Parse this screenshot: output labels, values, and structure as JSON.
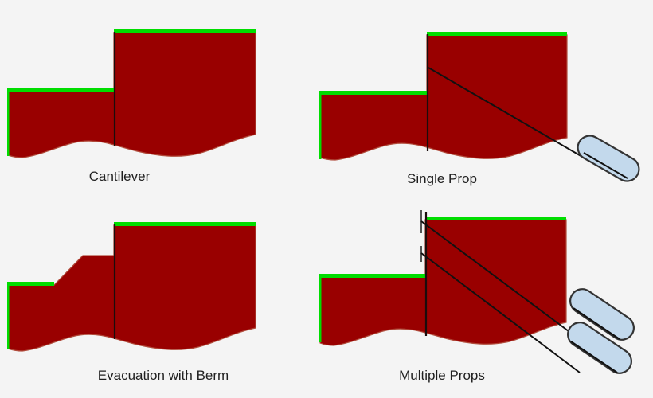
{
  "figure": {
    "background_color": "#f4f4f4",
    "soil_color": "#990000",
    "soil_edge_color": "#b04a3a",
    "grass_color": "#00dd00",
    "wall_color": "#1a0d0d",
    "prop_line_color": "#111111",
    "prop_body_fill": "#c3d9ec",
    "prop_body_stroke": "#333333",
    "label_color": "#1f1f1f"
  },
  "panels": [
    {
      "id": "cantilever",
      "caption": "Cantilever",
      "has_wall": true,
      "has_berm": false,
      "prop_count": 0,
      "tick_count": 0,
      "description": "Unsupported retaining wall with excavation on the left side"
    },
    {
      "id": "single-prop",
      "caption": "Single Prop",
      "has_wall": true,
      "has_berm": false,
      "prop_count": 1,
      "tick_count": 0,
      "description": "Retaining wall braced by one inclined prop anchored to the right"
    },
    {
      "id": "evacuation-with-berm",
      "caption": "Evacuation with Berm",
      "has_wall": true,
      "has_berm": true,
      "prop_count": 0,
      "tick_count": 0,
      "description": "Retaining wall supported by a sloping soil berm at its toe"
    },
    {
      "id": "multiple-props",
      "caption": "Multiple Props",
      "has_wall": true,
      "has_berm": false,
      "prop_count": 2,
      "tick_count": 2,
      "description": "Retaining wall braced by two inclined props with wall tick markers"
    }
  ]
}
